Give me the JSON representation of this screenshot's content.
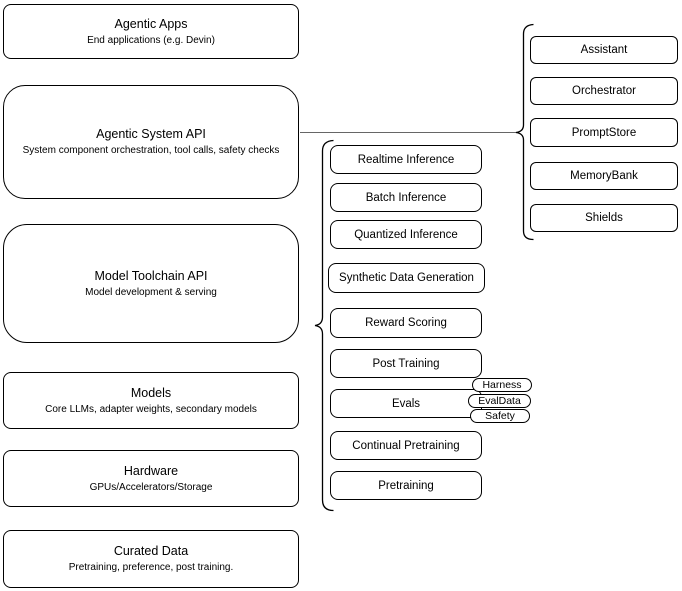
{
  "diagram": {
    "left_column": [
      {
        "title": "Agentic Apps",
        "subtitle": "End applications (e.g. Devin)"
      },
      {
        "title": "Agentic System API",
        "subtitle": "System component orchestration, tool calls, safety checks"
      },
      {
        "title": "Model Toolchain API",
        "subtitle": "Model development & serving"
      },
      {
        "title": "Models",
        "subtitle": "Core LLMs, adapter weights, secondary models"
      },
      {
        "title": "Hardware",
        "subtitle": "GPUs/Accelerators/Storage"
      },
      {
        "title": "Curated Data",
        "subtitle": "Pretraining, preference, post training."
      }
    ],
    "toolchain_items": [
      "Realtime Inference",
      "Batch Inference",
      "Quantized Inference",
      "Synthetic Data Generation",
      "Reward Scoring",
      "Post Training",
      "Evals",
      "Continual Pretraining",
      "Pretraining"
    ],
    "evals_tags": [
      "Harness",
      "EvalData",
      "Safety"
    ],
    "system_components": [
      "Assistant",
      "Orchestrator",
      "PromptStore",
      "MemoryBank",
      "Shields"
    ],
    "colors": {
      "box_stroke": "#000000",
      "box_fill": "#ffffff",
      "text": "#000000",
      "connector_line": "#666666"
    }
  }
}
